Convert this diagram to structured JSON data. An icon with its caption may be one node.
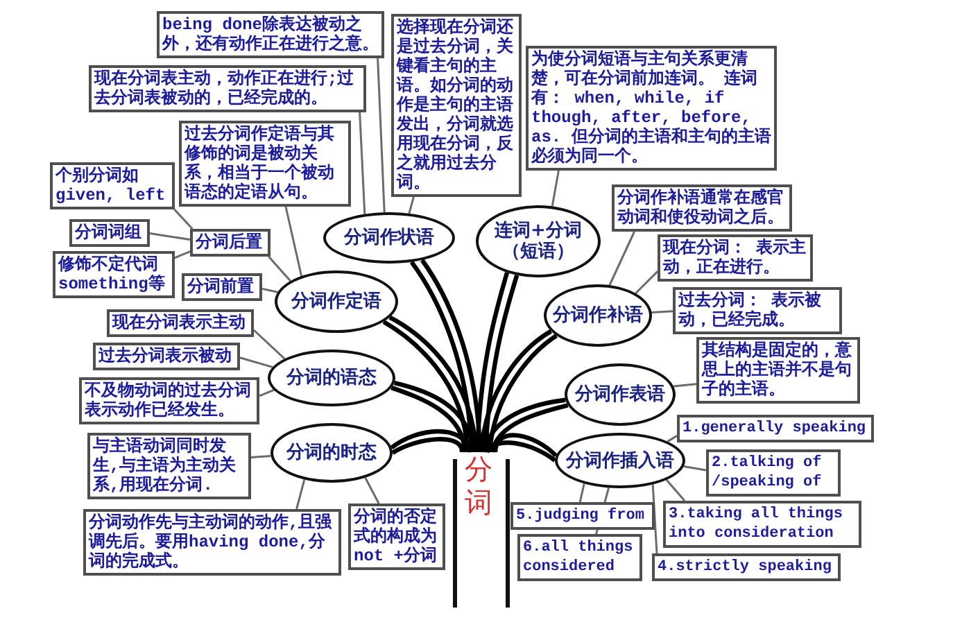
{
  "diagram": {
    "nodes": [
      {
        "text": [
          "being done除表达被动之外，还有动作正在进行之意。"
        ]
      },
      {
        "text": [
          "现在分词表主动，动作正在进行;过去分词表被动的，已经完成的。"
        ]
      },
      {
        "text": [
          "选择现在分词还是过去分词，关键看主句的主语。如分词的动作是主句的主语发出，分词就选用现在分词，反之就用过去分词。"
        ]
      },
      {
        "text": [
          "为使分词短语与主句关系更清楚，可在分词前加连词。 连词有： when, while, if though, after, before, as. 但分词的主语和主句的主语必须为同一个。"
        ]
      },
      {
        "text": [
          "过去分词作定语与其修饰的词是被动关系，相当于一个被动语态的定语从句。"
        ]
      },
      {
        "text": [
          "个别分词如given, left"
        ]
      },
      {
        "text": [
          "分词作补语通常在感官动词和使役动词之后。"
        ]
      },
      {
        "text": [
          "分词词组"
        ]
      },
      {
        "text": [
          "分词作状语"
        ]
      },
      {
        "text": [
          "连词+分词（短语）"
        ]
      },
      {
        "text": [
          "分词后置"
        ]
      },
      {
        "text": [
          "现在分词： 表示主动，正在进行。"
        ]
      },
      {
        "text": [
          "修饰不定代词something等"
        ]
      },
      {
        "text": [
          "分词前置"
        ]
      },
      {
        "text": [
          "分词作定语"
        ]
      },
      {
        "text": [
          "分词作补语"
        ]
      },
      {
        "text": [
          "过去分词： 表示被动，已经完成。"
        ]
      },
      {
        "text": [
          "现在分词表示主动"
        ]
      },
      {
        "text": [
          "其结构是固定的，意思上的主语并不是句子的主语。"
        ]
      },
      {
        "text": [
          "过去分词表示被动"
        ]
      },
      {
        "text": [
          "分词的语态"
        ]
      },
      {
        "text": [
          "分词作表语"
        ]
      },
      {
        "text": [
          "不及物动词的过去分词表示动作已经发生。"
        ]
      },
      {
        "text": [
          "1.generally speaking"
        ]
      },
      {
        "text": [
          "分词的时态"
        ]
      },
      {
        "text": [
          "分词作插入语"
        ]
      },
      {
        "text": [
          "与主语动词同时发生,与主语为主动关系,用现在分词."
        ]
      },
      {
        "text": [
          "2.talking of /speaking of"
        ]
      },
      {
        "text": [
          "分词"
        ]
      },
      {
        "text": [
          "3.taking all things into consideration"
        ]
      },
      {
        "text": [
          "5.judging from"
        ]
      },
      {
        "text": [
          "分词动作先与主动词的动作,且强调先后。要用having done,分词的完成式。"
        ]
      },
      {
        "text": [
          "分词的否定式的构成为not +分词"
        ]
      },
      {
        "text": [
          "6.all things considered"
        ]
      },
      {
        "text": [
          "4.strictly speaking"
        ]
      }
    ],
    "edges": [
      {
        "from": 28,
        "to": 24,
        "arrow": "none",
        "style": "thick",
        "color": "#000000"
      },
      {
        "from": 28,
        "to": 20,
        "arrow": "none",
        "style": "thick",
        "color": "#000000"
      },
      {
        "from": 28,
        "to": 14,
        "arrow": "none",
        "style": "thick",
        "color": "#000000"
      },
      {
        "from": 28,
        "to": 8,
        "arrow": "none",
        "style": "thick",
        "color": "#000000"
      },
      {
        "from": 28,
        "to": 9,
        "arrow": "none",
        "style": "thick",
        "color": "#000000"
      },
      {
        "from": 28,
        "to": 15,
        "arrow": "none",
        "style": "thick",
        "color": "#000000"
      },
      {
        "from": 28,
        "to": 21,
        "arrow": "none",
        "style": "thick",
        "color": "#000000"
      },
      {
        "from": 28,
        "to": 25,
        "arrow": "none",
        "style": "thick",
        "color": "#000000"
      },
      {
        "from": 0,
        "to": 8,
        "arrow": "none"
      },
      {
        "from": 1,
        "to": 8,
        "arrow": "none"
      },
      {
        "from": 2,
        "to": 8,
        "arrow": "none"
      },
      {
        "from": 3,
        "to": 9,
        "arrow": "none"
      },
      {
        "from": 4,
        "to": 14,
        "arrow": "none"
      },
      {
        "from": 5,
        "to": 10,
        "arrow": "none"
      },
      {
        "from": 7,
        "to": 10,
        "arrow": "none"
      },
      {
        "from": 12,
        "to": 10,
        "arrow": "none"
      },
      {
        "from": 10,
        "to": 14,
        "arrow": "none"
      },
      {
        "from": 13,
        "to": 14,
        "arrow": "none"
      },
      {
        "from": 6,
        "to": 15,
        "arrow": "none"
      },
      {
        "from": 11,
        "to": 15,
        "arrow": "none"
      },
      {
        "from": 16,
        "to": 15,
        "arrow": "none"
      },
      {
        "from": 17,
        "to": 20,
        "arrow": "none"
      },
      {
        "from": 19,
        "to": 20,
        "arrow": "none"
      },
      {
        "from": 22,
        "to": 20,
        "arrow": "none"
      },
      {
        "from": 18,
        "to": 21,
        "arrow": "none"
      },
      {
        "from": 25,
        "to": 23,
        "arrow": "none"
      },
      {
        "from": 25,
        "to": 27,
        "arrow": "none"
      },
      {
        "from": 25,
        "to": 29,
        "arrow": "none"
      },
      {
        "from": 25,
        "to": 34,
        "arrow": "none"
      },
      {
        "from": 25,
        "to": 30,
        "arrow": "none"
      },
      {
        "from": 25,
        "to": 33,
        "arrow": "none"
      },
      {
        "from": 26,
        "to": 24,
        "arrow": "none"
      },
      {
        "from": 31,
        "to": 24,
        "arrow": "none"
      },
      {
        "from": 32,
        "to": 24,
        "arrow": "none"
      }
    ]
  }
}
